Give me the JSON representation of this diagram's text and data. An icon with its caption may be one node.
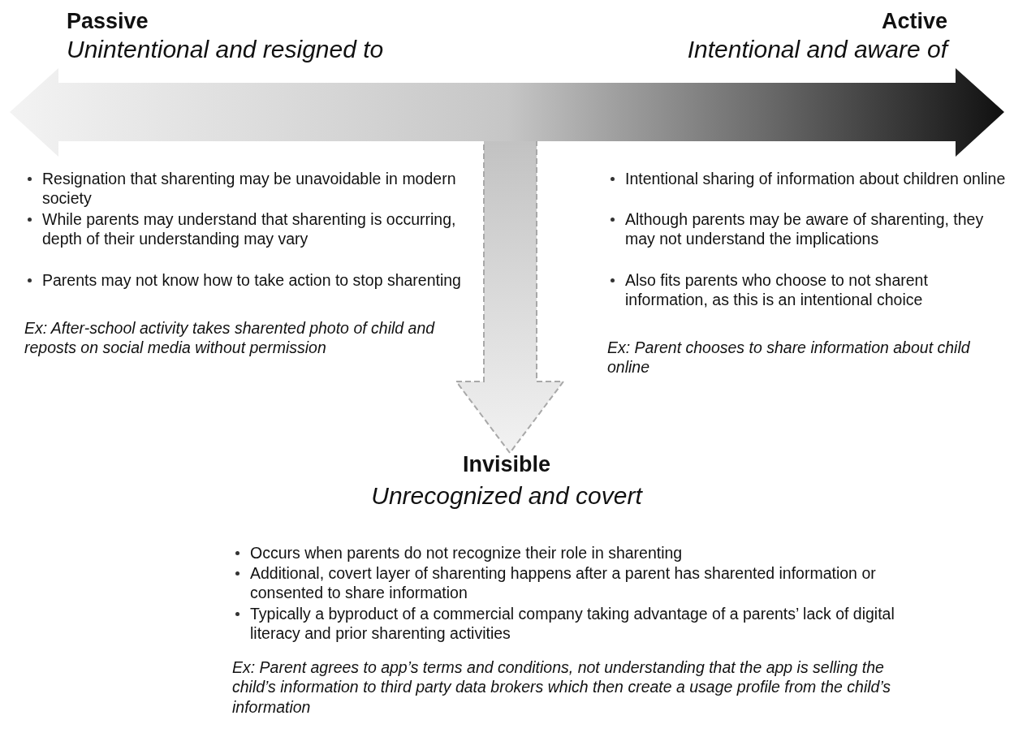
{
  "diagram": {
    "labels": [
      "Passive",
      "Unintentional and resigned to",
      "Active",
      "Intentional and aware of",
      "Resignation that sharenting may be unavoidable in modern society",
      "While parents may understand that sharenting is occurring, depth of their understanding may vary",
      "Parents may not know how to take action to stop sharenting",
      "Ex: After-school activity takes sharented photo of child and reposts on social media without permission",
      "Intentional sharing of information about children online",
      "Although parents may be aware of sharenting, they may not understand the implications",
      "Also fits parents who choose to not sharent information, as this is an intentional choice",
      "Ex: Parent chooses to share information about child online",
      "Invisible",
      "Unrecognized and covert",
      "Occurs when parents do not recognize their role in sharenting",
      "Additional, covert layer of sharenting happens after a parent has sharented information or consented to share information",
      "Typically a byproduct of a commercial company taking advantage of a parents’ lack of digital literacy and prior sharenting activities",
      "Ex: Parent agrees to app’s terms and conditions, not understanding that the app is selling the child’s information to third party data brokers which then create a usage profile from the child’s information"
    ]
  }
}
